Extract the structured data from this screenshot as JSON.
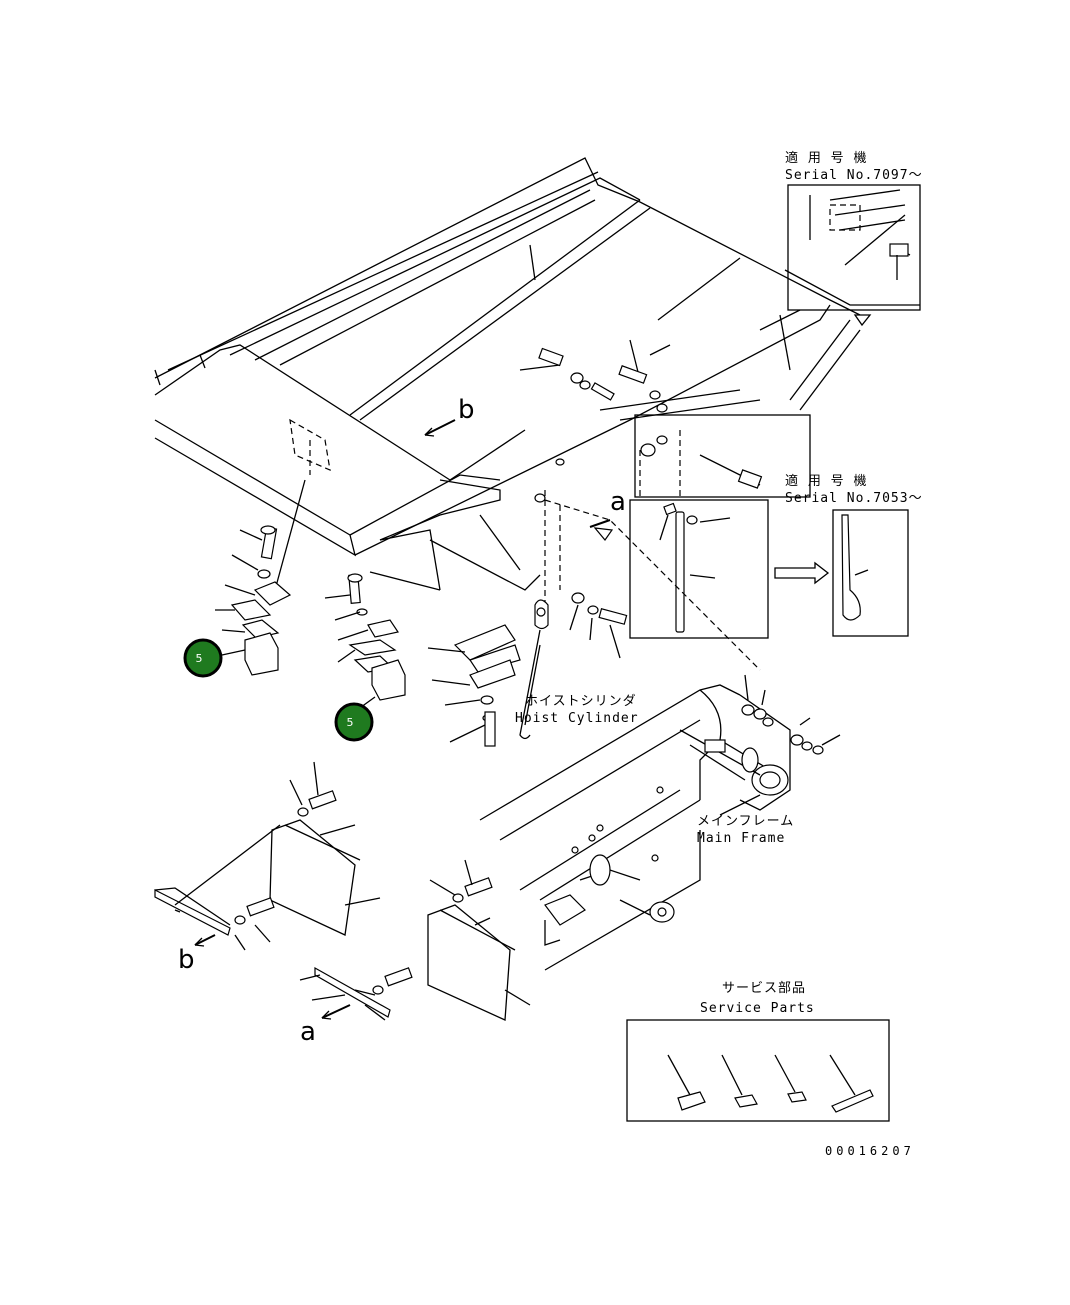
{
  "labels": {
    "serial_a_jp": "適 用 号 機",
    "serial_a_en": "Serial No.7097～",
    "serial_b_jp": "適 用 号 機",
    "serial_b_en": "Serial No.7053～",
    "hoist_jp": "ホイストシリンダ",
    "hoist_en": "Hoist Cylinder",
    "frame_jp": "メインフレーム",
    "frame_en": "Main Frame",
    "service_jp": "サービス部品",
    "service_en": "Service Parts",
    "ref_a_1": "a",
    "ref_a_2": "a",
    "ref_b_1": "b",
    "ref_b_2": "b",
    "drawing_no": "00016207"
  },
  "callouts": [
    {
      "number": "5"
    },
    {
      "number": "5"
    }
  ],
  "colors": {
    "badge_fill": "#1f7a1f",
    "line": "#000000",
    "background": "#ffffff"
  }
}
